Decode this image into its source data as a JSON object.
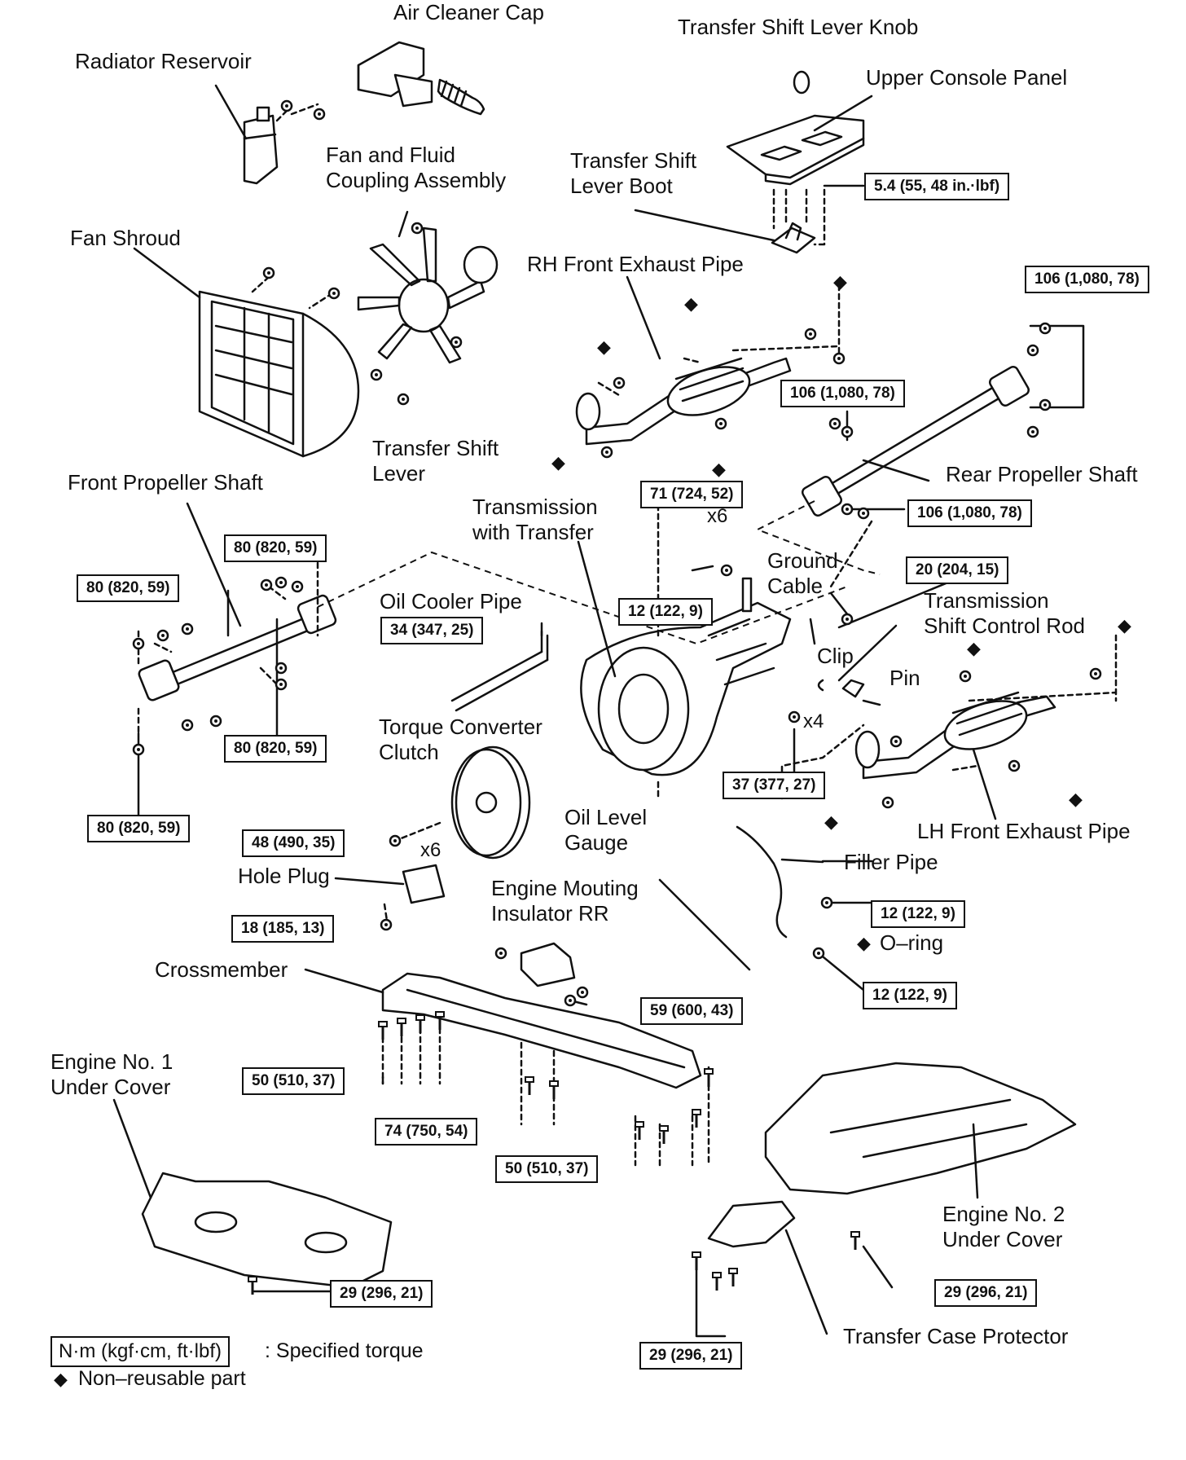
{
  "labels": {
    "air_cleaner_cap": "Air Cleaner Cap",
    "transfer_shift_lever_knob": "Transfer Shift Lever Knob",
    "radiator_reservoir": "Radiator Reservoir",
    "upper_console_panel": "Upper Console Panel",
    "fan_coupling": "Fan and Fluid\nCoupling Assembly",
    "transfer_shift_lever_boot": "Transfer Shift\nLever Boot",
    "fan_shroud": "Fan Shroud",
    "rh_front_exhaust_pipe": "RH Front Exhaust Pipe",
    "transfer_shift_lever": "Transfer Shift\nLever",
    "front_propeller_shaft": "Front Propeller Shaft",
    "rear_propeller_shaft": "Rear Propeller Shaft",
    "transmission_with_transfer": "Transmission\nwith Transfer",
    "ground_cable": "Ground\nCable",
    "oil_cooler_pipe": "Oil Cooler Pipe",
    "transmission_shift_control_rod": "Transmission\nShift Control Rod",
    "clip": "Clip",
    "pin": "Pin",
    "torque_converter_clutch": "Torque Converter\nClutch",
    "oil_level_gauge": "Oil Level\nGauge",
    "lh_front_exhaust_pipe": "LH Front Exhaust Pipe",
    "filler_pipe": "Filler Pipe",
    "hole_plug": "Hole Plug",
    "engine_mounting_insulator": "Engine Mouting\nInsulator RR",
    "o_ring": "O–ring",
    "crossmember": "Crossmember",
    "engine_no1_under_cover": "Engine No. 1\nUnder Cover",
    "engine_no2_under_cover": "Engine No. 2\nUnder Cover",
    "transfer_case_protector": "Transfer Case Protector"
  },
  "torques": {
    "t_console": "5.4 (55, 48 in.·lbf)",
    "t_rear_top": "106 (1,080, 78)",
    "t_rear_mid": "106 (1,080, 78)",
    "t_rear_bot": "106 (1,080, 78)",
    "t_exhaust_rh": "71 (724, 52)",
    "t_fps_top": "80 (820, 59)",
    "t_fps_left": "80 (820, 59)",
    "t_fps_right": "80 (820, 59)",
    "t_fps_bot": "80 (820, 59)",
    "t_ground": "20 (204, 15)",
    "t_lever": "12 (122, 9)",
    "t_oil_cooler": "34 (347, 25)",
    "t_trans": "37 (377, 27)",
    "t_converter": "48 (490, 35)",
    "t_hole_plug": "18 (185, 13)",
    "t_filler1": "12 (122, 9)",
    "t_filler2": "12 (122, 9)",
    "t_insulator": "59 (600, 43)",
    "t_cross1": "50 (510, 37)",
    "t_cross2": "74 (750, 54)",
    "t_cross3": "50 (510, 37)",
    "t_cover1": "29 (296, 21)",
    "t_cover2": "29 (296, 21)",
    "t_protector": "29 (296, 21)"
  },
  "multipliers": {
    "x6_a": "x6",
    "x6_b": "x6",
    "x4": "x4"
  },
  "legend": {
    "unit_box": "N·m (kgf·cm, ft·lbf)",
    "unit_text": ": Specified torque",
    "non_reusable": "Non–reusable part",
    "non_reusable_symbol": "◆"
  }
}
